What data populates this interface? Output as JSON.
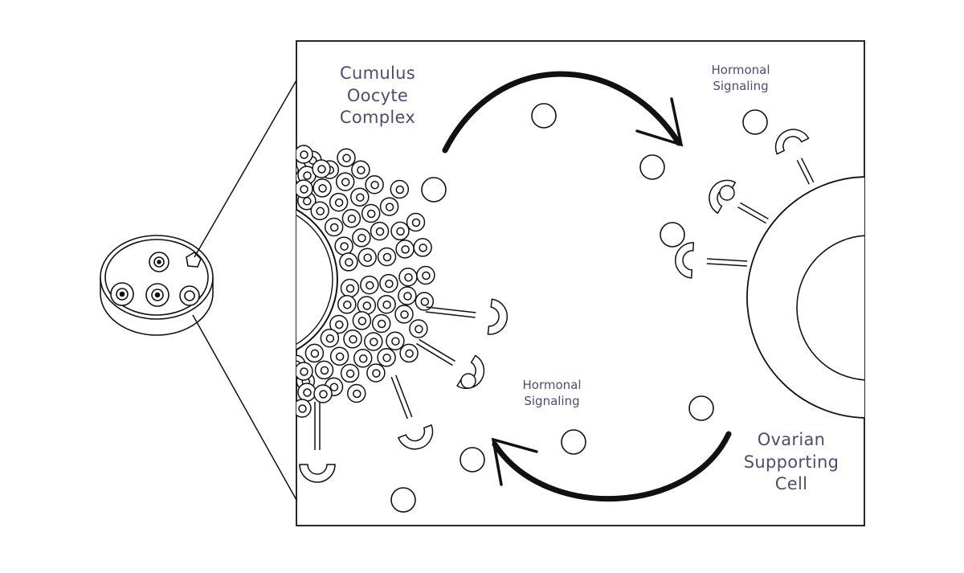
{
  "labels": {
    "cumulus_oocyte_complex": "Cumulus\nOocyte\nComplex",
    "ovarian_supporting_cell": "Ovarian\nSupporting\nCell",
    "hormonal_signaling_top": "Hormonal\nSignaling",
    "hormonal_signaling_bottom": "Hormonal\nSignaling"
  },
  "colors": {
    "line": "#111111",
    "label_text": "#4a4f6e",
    "background": "#ffffff"
  }
}
